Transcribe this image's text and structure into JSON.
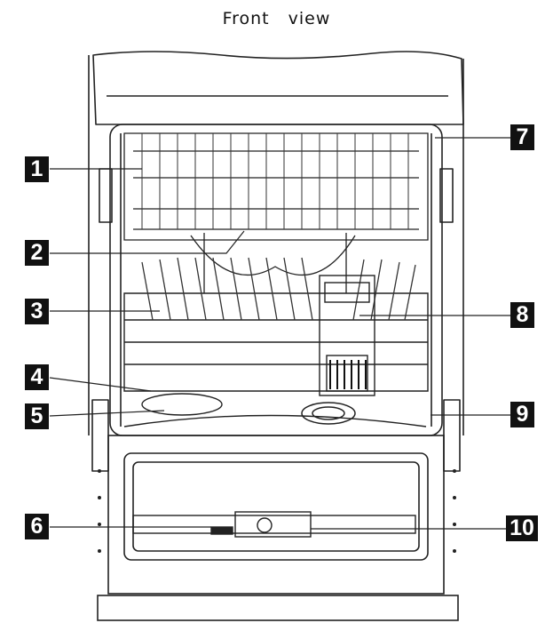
{
  "figure": {
    "title": "Front   view",
    "callouts": [
      {
        "id": "1",
        "label": "1"
      },
      {
        "id": "2",
        "label": "2"
      },
      {
        "id": "3",
        "label": "3"
      },
      {
        "id": "4",
        "label": "4"
      },
      {
        "id": "5",
        "label": "5"
      },
      {
        "id": "6",
        "label": "6"
      },
      {
        "id": "7",
        "label": "7"
      },
      {
        "id": "8",
        "label": "8"
      },
      {
        "id": "9",
        "label": "9"
      },
      {
        "id": "10",
        "label": "10"
      }
    ]
  },
  "colors": {
    "line": "#222222",
    "badge_bg": "#111111",
    "badge_text": "#ffffff"
  }
}
